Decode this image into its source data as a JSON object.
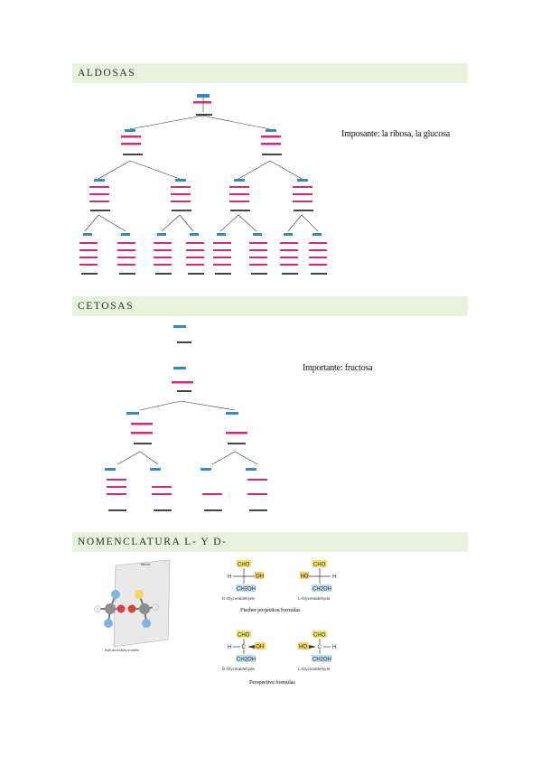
{
  "sections": {
    "aldosas": {
      "title": "ALDOSAS",
      "note": "Imposante: la ribosa, la glucosa"
    },
    "cetosas": {
      "title": "CETOSAS",
      "note": "Importante: fructosa"
    },
    "nomenclatura": {
      "title": "NOMENCLATURA L- Y D-",
      "fischer_caption": "Fischer projection formulas",
      "perspective_caption": "Perspective formulas",
      "ball_stick_caption": "Ball-and-stick models",
      "mirror_label": "Mirror",
      "d_glyceraldehyde": "D-Glyceraldehyde",
      "l_glyceraldehyde": "L-Glyceraldehyde",
      "cho": "CHO",
      "ch2oh": "CH2OH",
      "h": "H",
      "oh": "OH",
      "ho": "HO",
      "c": "C"
    }
  },
  "colors": {
    "section_band": "#e9f1da",
    "hydroxyl_pink": "#d9267a",
    "carbonyl_blue": "#3a86c8",
    "cho_box": "#f4e46a",
    "ch2oh_box": "#bfe0f0",
    "oh_box_perspective": "#f6d35c"
  }
}
